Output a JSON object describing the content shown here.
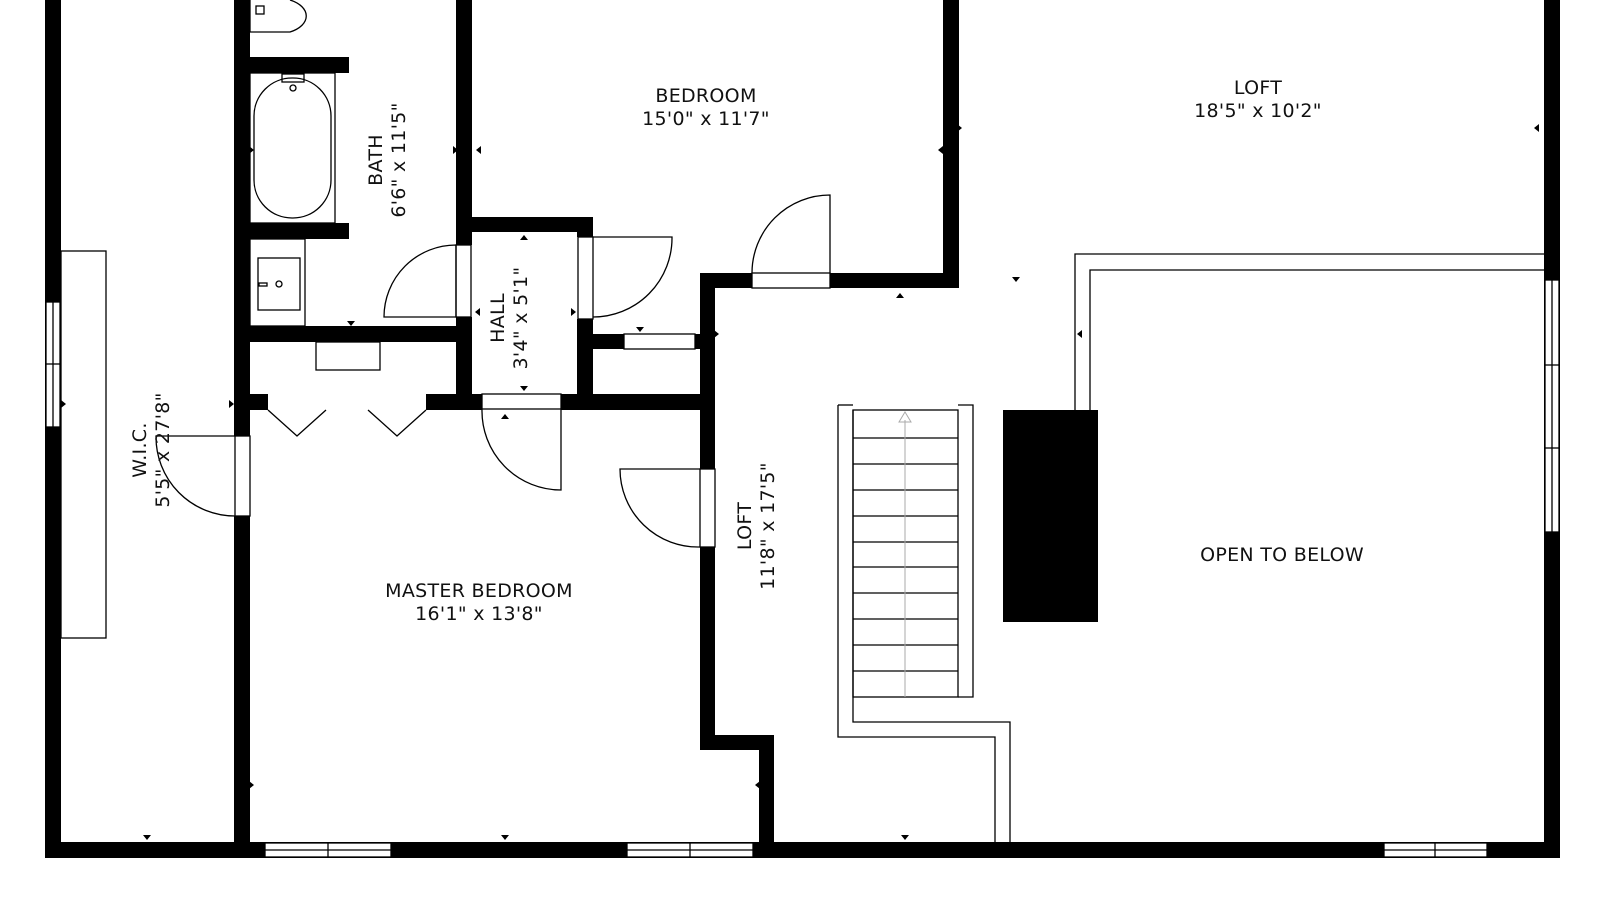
{
  "rooms": {
    "bedroom": {
      "name": "BEDROOM",
      "dims": "15'0\" x 11'7\""
    },
    "loft_top": {
      "name": "LOFT",
      "dims": "18'5\" x 10'2\""
    },
    "bath": {
      "name": "BATH",
      "dims": "6'6\" x 11'5\""
    },
    "hall": {
      "name": "HALL",
      "dims": "3'4\" x 5'1\""
    },
    "wic": {
      "name": "W.I.C.",
      "dims": "5'5\" x 27'8\""
    },
    "master": {
      "name": "MASTER BEDROOM",
      "dims": "16'1\" x 13'8\""
    },
    "loft_mid": {
      "name": "LOFT",
      "dims": "11'8\" x 17'5\""
    },
    "open": {
      "name": "OPEN TO BELOW"
    }
  }
}
